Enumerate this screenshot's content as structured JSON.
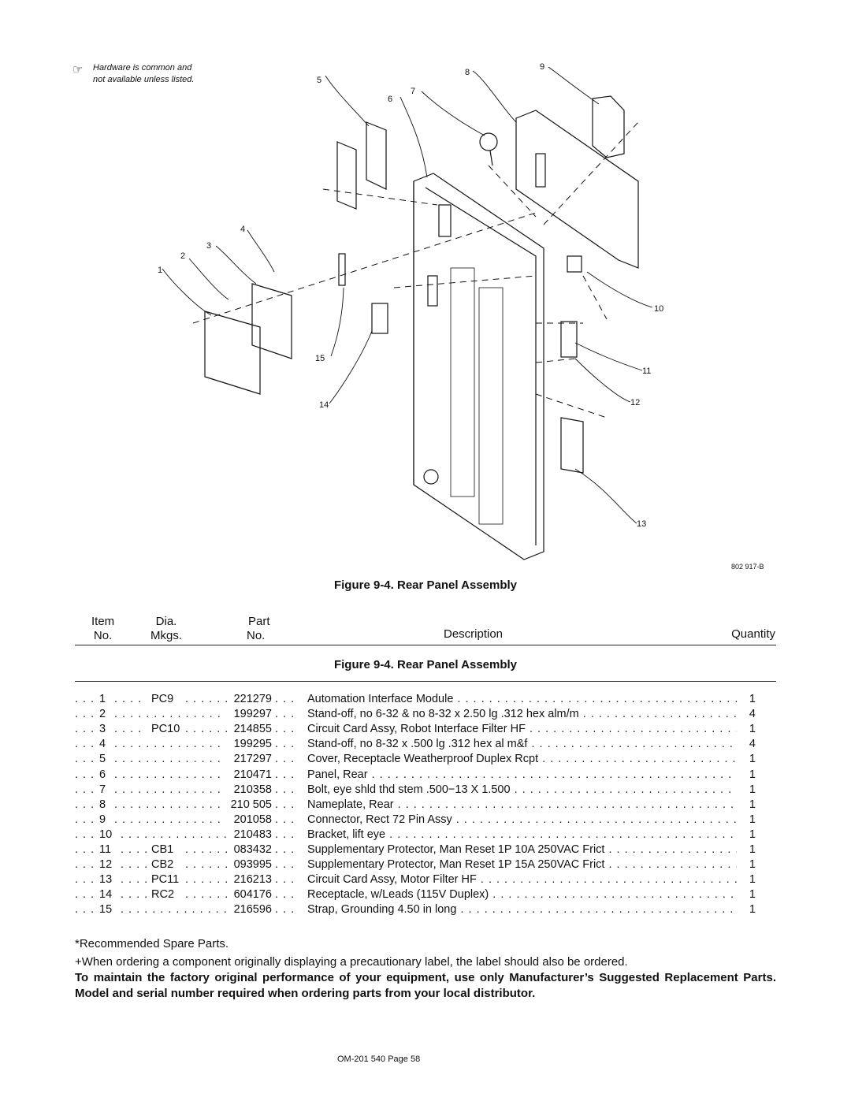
{
  "note": {
    "line1": "Hardware is common and",
    "line2": "not available unless listed."
  },
  "diagram": {
    "callouts": [
      "1",
      "2",
      "3",
      "4",
      "5",
      "6",
      "7",
      "8",
      "9",
      "10",
      "11",
      "12",
      "13",
      "14",
      "15"
    ],
    "drawing_number": "802 917-B"
  },
  "figure_caption": "Figure 9-4. Rear Panel Assembly",
  "table": {
    "headers": {
      "item": [
        "Item",
        "No."
      ],
      "dia": [
        "Dia.",
        "Mkgs."
      ],
      "part": [
        "Part",
        "No."
      ],
      "description": "Description",
      "quantity": "Quantity"
    },
    "section_title": "Figure 9-4. Rear Panel Assembly",
    "rows": [
      {
        "item": "1",
        "dia": "PC9",
        "part": "221279",
        "desc": "Automation Interface Module",
        "qty": "1"
      },
      {
        "item": "2",
        "dia": "",
        "part": "199297",
        "desc": "Stand-off, no 6-32 & no 8-32 x 2.50 lg .312 hex alm/m",
        "qty": "4"
      },
      {
        "item": "3",
        "dia": "PC10",
        "part": "214855",
        "desc": "Circuit Card Assy, Robot Interface Filter HF",
        "qty": "1"
      },
      {
        "item": "4",
        "dia": "",
        "part": "199295",
        "desc": "Stand-off, no 8-32 x .500 lg .312 hex al m&f",
        "qty": "4"
      },
      {
        "item": "5",
        "dia": "",
        "part": "217297",
        "desc": "Cover, Receptacle Weatherproof Duplex Rcpt",
        "qty": "1"
      },
      {
        "item": "6",
        "dia": "",
        "part": "210471",
        "desc": "Panel, Rear",
        "qty": "1"
      },
      {
        "item": "7",
        "dia": "",
        "part": "210358",
        "desc": "Bolt, eye shld thd stem .500−13 X 1.500",
        "qty": "1"
      },
      {
        "item": "8",
        "dia": "",
        "part": "210 505",
        "desc": "Nameplate, Rear",
        "qty": "1"
      },
      {
        "item": "9",
        "dia": "",
        "part": "201058",
        "desc": "Connector, Rect 72 Pin Assy",
        "qty": "1"
      },
      {
        "item": "10",
        "dia": "",
        "part": "210483",
        "desc": "Bracket, lift eye",
        "qty": "1"
      },
      {
        "item": "11",
        "dia": "CB1",
        "part": "083432",
        "desc": "Supplementary Protector, Man Reset 1P 10A 250VAC Frict",
        "qty": "1"
      },
      {
        "item": "12",
        "dia": "CB2",
        "part": "093995",
        "desc": "Supplementary Protector, Man Reset 1P 15A 250VAC Frict",
        "qty": "1"
      },
      {
        "item": "13",
        "dia": "PC11",
        "part": "216213",
        "desc": "Circuit Card Assy, Motor Filter HF",
        "qty": "1"
      },
      {
        "item": "14",
        "dia": "RC2",
        "part": "604176",
        "desc": "Receptacle, w/Leads (115V Duplex)",
        "qty": "1"
      },
      {
        "item": "15",
        "dia": "",
        "part": "216596",
        "desc": "Strap, Grounding 4.50 in long",
        "qty": "1"
      }
    ]
  },
  "footnotes": {
    "spare": "*Recommended Spare Parts.",
    "label": "+When ordering a component originally displaying a precautionary label, the label should also be ordered.",
    "bold": "To maintain the factory original performance of your equipment, use only Manufacturer’s Suggested Replacement Parts. Model and serial number required when ordering parts from your local distributor."
  },
  "page_footer": "OM-201 540 Page 58"
}
